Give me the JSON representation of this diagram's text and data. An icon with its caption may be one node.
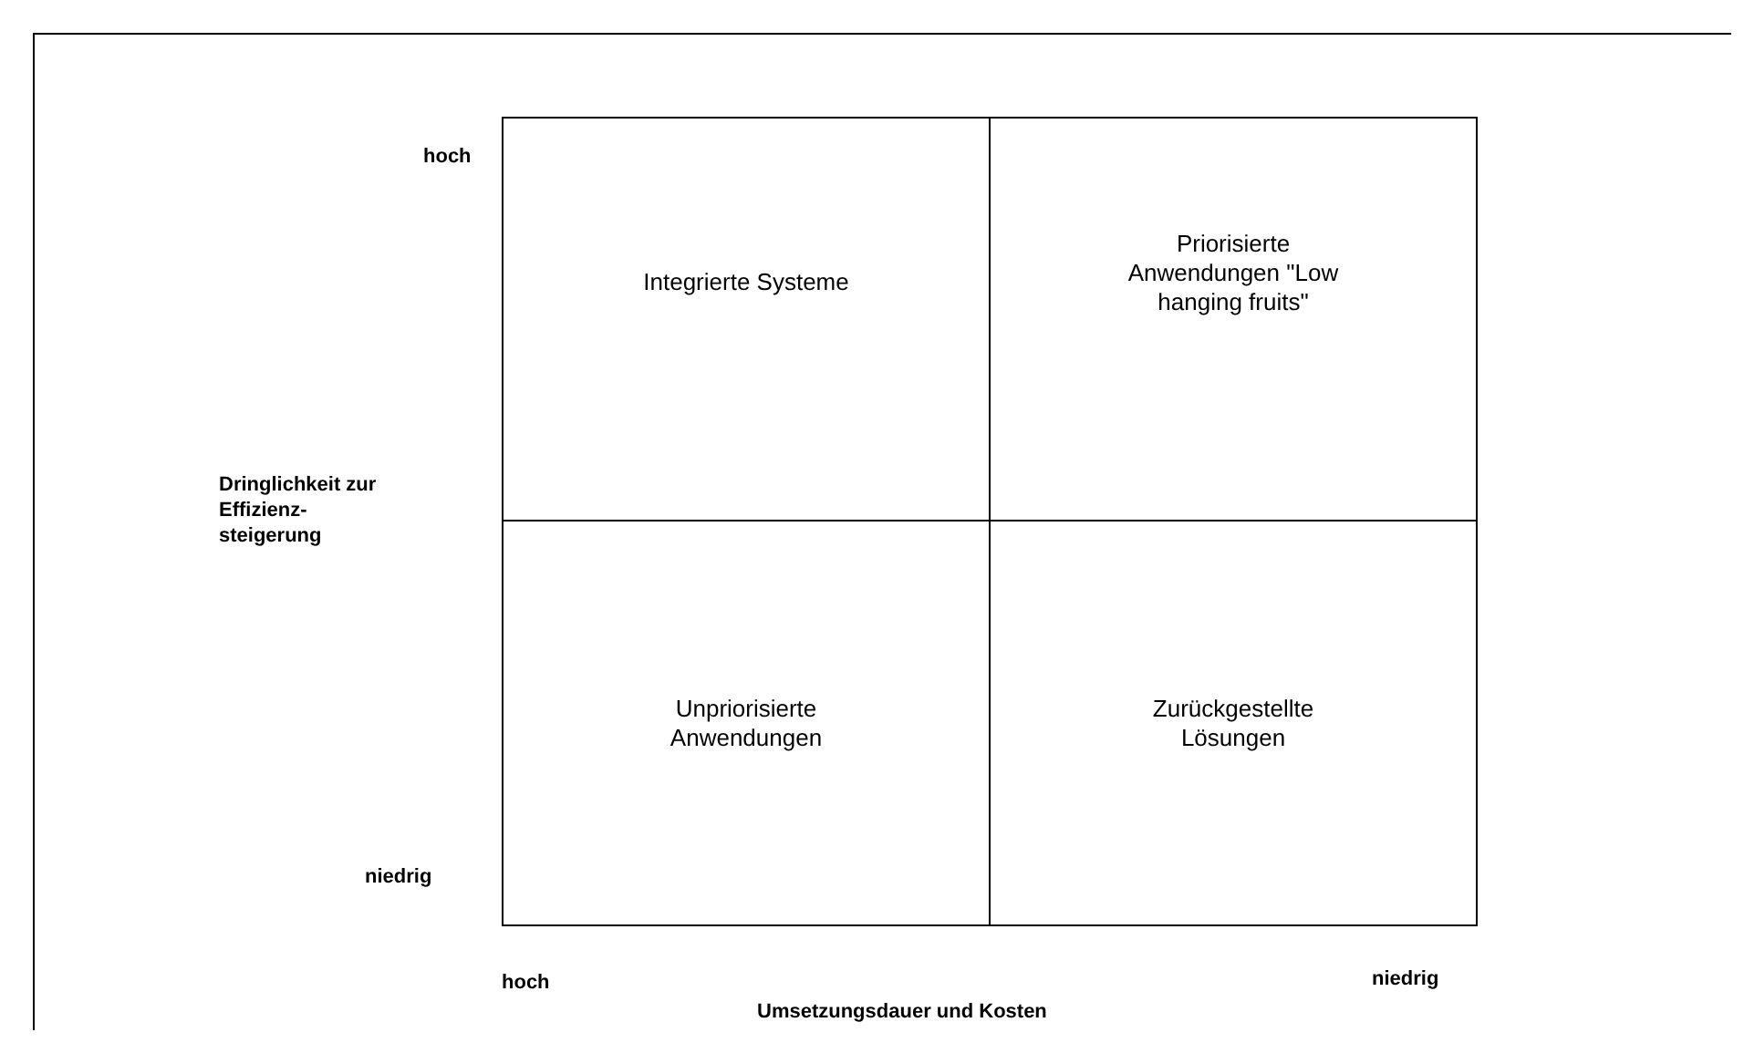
{
  "diagram": {
    "nodes": [
      {
        "text": [
          "Integrierte Systeme"
        ]
      },
      {
        "text": [
          "Priorisierte Anwendungen \"Low hanging fruits\""
        ]
      },
      {
        "text": [
          "Unpriorisierte Anwendungen"
        ]
      },
      {
        "text": [
          "Zurückgestellte Lösungen"
        ]
      }
    ],
    "edges": [],
    "labels": [
      "hoch",
      "Dringlichkeit zur Effizienz- steigerung",
      "niedrig",
      "hoch",
      "niedrig",
      "Umsetzungsdauer und Kosten"
    ]
  }
}
